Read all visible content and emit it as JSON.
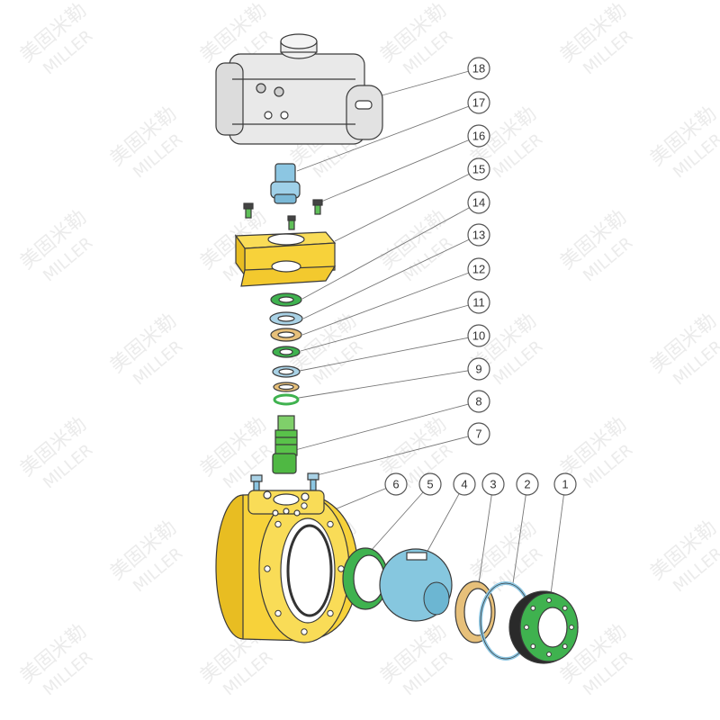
{
  "watermark": {
    "cn": "美固米勒",
    "en": "MILLER"
  },
  "colors": {
    "actuator": "#e9e9e9",
    "bracket": "#f7d23a",
    "body": "#f7d23a",
    "seal_green": "#3fb24f",
    "ring_blue": "#a9d2e6",
    "ring_tan": "#e7c07a",
    "stem": "#59c24a",
    "ball": "#86c7df",
    "coupler": "#8cc6e2"
  },
  "callouts": [
    "1",
    "2",
    "3",
    "4",
    "5",
    "6",
    "7",
    "8",
    "9",
    "10",
    "11",
    "12",
    "13",
    "14",
    "15",
    "16",
    "17",
    "18"
  ]
}
